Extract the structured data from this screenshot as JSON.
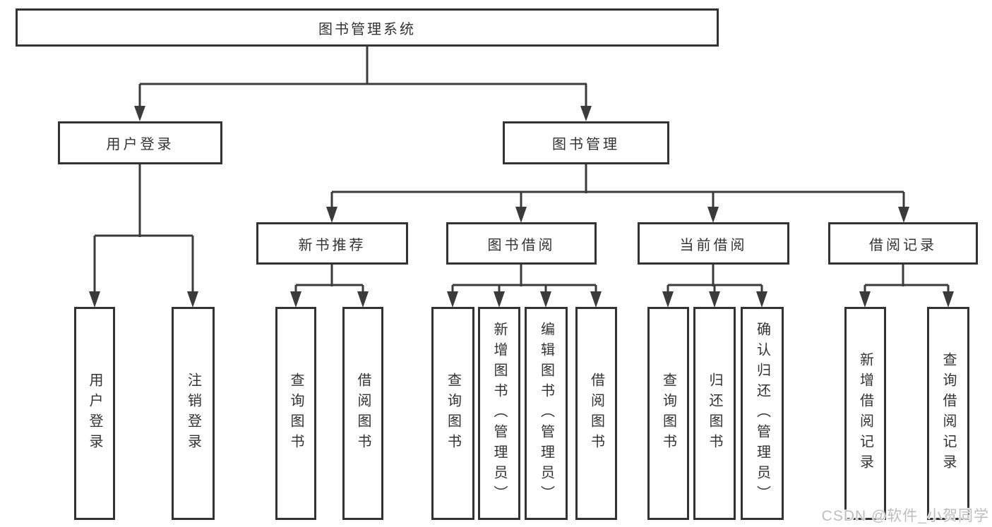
{
  "diagram": {
    "nodes": {
      "root": {
        "label": "图书管理系统"
      },
      "login": {
        "label": "用户登录"
      },
      "mgmt": {
        "label": "图书管理"
      },
      "login_user": {
        "label": "用户登录"
      },
      "login_logout": {
        "label": "注销登录"
      },
      "rec": {
        "label": "新书推荐"
      },
      "borrow": {
        "label": "图书借阅"
      },
      "current": {
        "label": "当前借阅"
      },
      "records": {
        "label": "借阅记录"
      },
      "rec_query": {
        "label": "查询图书"
      },
      "rec_borrow": {
        "label": "借阅图书"
      },
      "borrow_query": {
        "label": "查询图书"
      },
      "borrow_add": {
        "label": "新增图书（管理员）"
      },
      "borrow_edit": {
        "label": "编辑图书（管理员）"
      },
      "borrow_lend": {
        "label": "借阅图书"
      },
      "current_query": {
        "label": "查询图书"
      },
      "current_return": {
        "label": "归还图书"
      },
      "current_confirm": {
        "label": "确认归还（管理员）"
      },
      "records_add": {
        "label": "新增借阅记录"
      },
      "records_query": {
        "label": "查询借阅记录"
      }
    },
    "hierarchy": {
      "图书管理系统": {
        "用户登录": [
          "用户登录",
          "注销登录"
        ],
        "图书管理": {
          "新书推荐": [
            "查询图书",
            "借阅图书"
          ],
          "图书借阅": [
            "查询图书",
            "新增图书（管理员）",
            "编辑图书（管理员）",
            "借阅图书"
          ],
          "当前借阅": [
            "查询图书",
            "归还图书",
            "确认归还（管理员）"
          ],
          "借阅记录": [
            "新增借阅记录",
            "查询借阅记录"
          ]
        }
      }
    },
    "colors": {
      "line": "#3b3b3b",
      "box_border": "#333333",
      "text": "#333333",
      "background": "#ffffff",
      "watermark": "#bdbdbd"
    }
  },
  "watermark": {
    "text": "CSDN @软件_小贺同学"
  }
}
